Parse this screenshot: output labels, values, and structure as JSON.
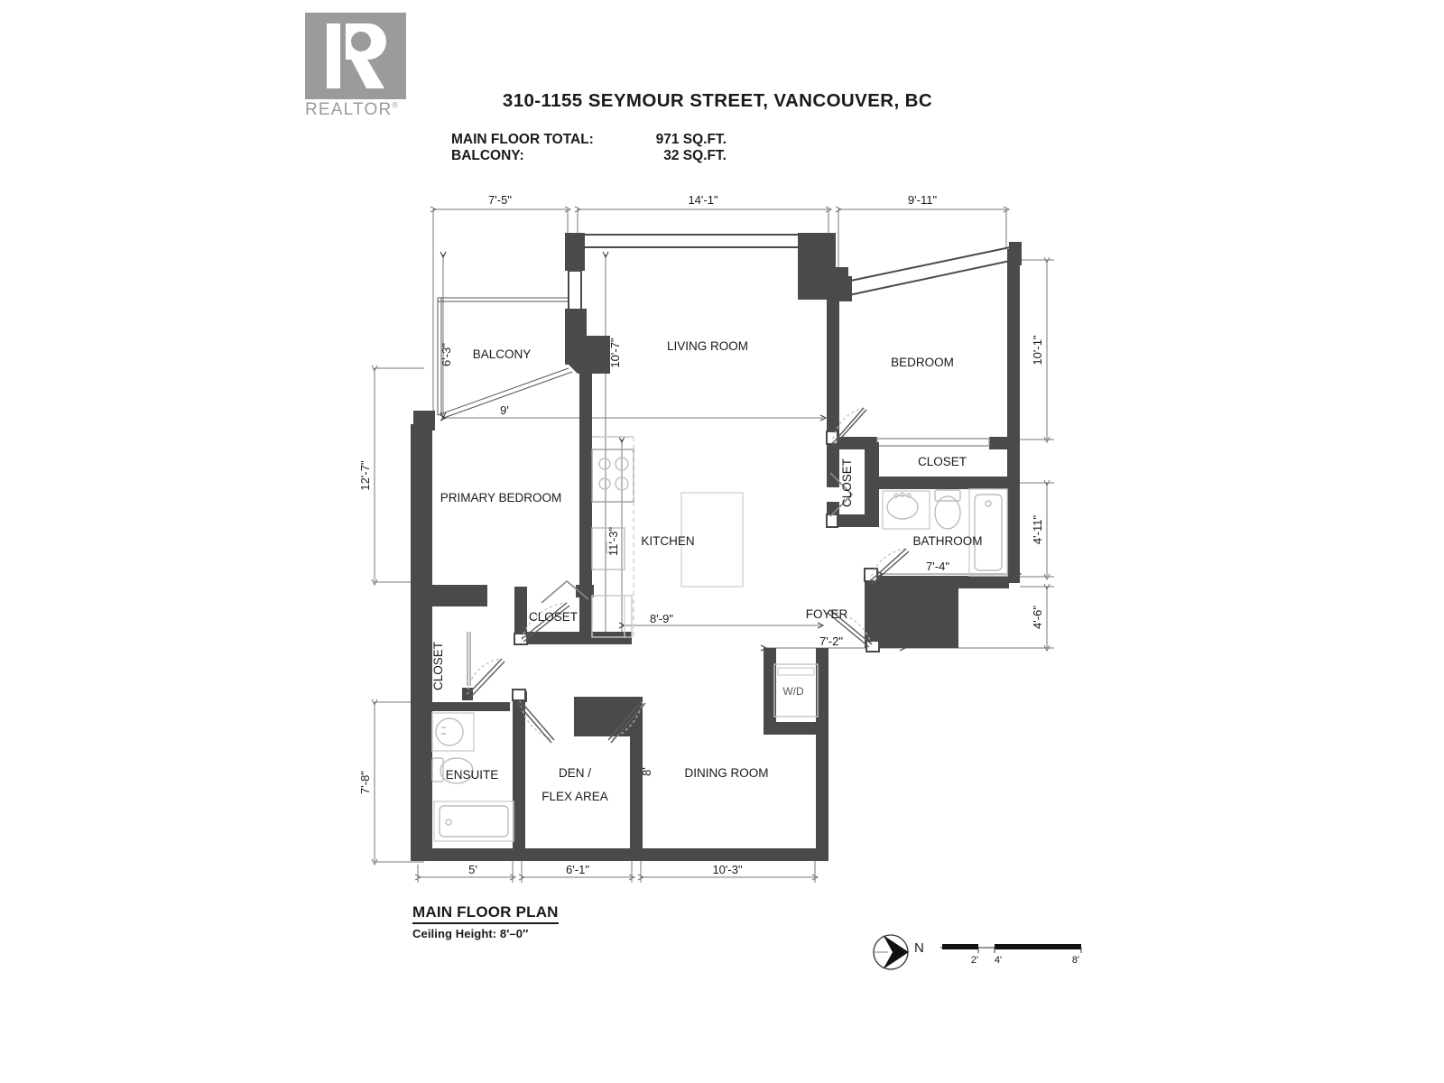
{
  "header": {
    "logo_text": "REALTOR",
    "logo_sup": "®",
    "title": "310-1155 SEYMOUR STREET, VANCOUVER, BC",
    "summary": [
      {
        "label": "MAIN FLOOR TOTAL:",
        "value": "971 SQ.FT."
      },
      {
        "label": "BALCONY:",
        "value": "32 SQ.FT."
      }
    ]
  },
  "footer": {
    "plan_title": "MAIN FLOOR PLAN",
    "ceiling_note": "Ceiling Height: 8'–0″",
    "north_label": "N",
    "scale_ticks": [
      "2'",
      "4'",
      "8'"
    ]
  },
  "rooms": [
    {
      "name": "BALCONY",
      "label": "BALCONY"
    },
    {
      "name": "living-room",
      "label": "LIVING ROOM"
    },
    {
      "name": "bedroom",
      "label": "BEDROOM"
    },
    {
      "name": "closet-bedroom",
      "label": "CLOSET"
    },
    {
      "name": "closet-hall",
      "label": "CLOSET"
    },
    {
      "name": "bathroom",
      "label": "BATHROOM"
    },
    {
      "name": "primary-bedroom",
      "label": "PRIMARY BEDROOM"
    },
    {
      "name": "kitchen",
      "label": "KITCHEN"
    },
    {
      "name": "closet-kitchen",
      "label": "CLOSET"
    },
    {
      "name": "closet-primary",
      "label": "CLOSET"
    },
    {
      "name": "ensuite",
      "label": "ENSUITE"
    },
    {
      "name": "den",
      "label": "DEN /"
    },
    {
      "name": "den2",
      "label": "FLEX AREA"
    },
    {
      "name": "dining-room",
      "label": "DINING ROOM"
    },
    {
      "name": "foyer",
      "label": "FOYER"
    },
    {
      "name": "washer-dryer",
      "label": "W/D"
    }
  ],
  "dimensions": {
    "top": [
      "7'-5\"",
      "14'-1\"",
      "9'-11\""
    ],
    "left": [
      "12'-7\"",
      "7'-8\""
    ],
    "right": [
      "10'-1\"",
      "4'-11\"",
      "4'-6\""
    ],
    "bottom": [
      "5'",
      "6'-1\"",
      "10'-3\""
    ],
    "interior": {
      "balcony_height": "6'-3\"",
      "balcony_width": "9'",
      "living_height": "10'-7\"",
      "kitchen_height": "11'-3\"",
      "kitchen_width": "8'-9\"",
      "bathroom_width": "7'-4\"",
      "foyer_width": "7'-2\"",
      "den_height": "8'"
    }
  },
  "colors": {
    "wall": "#4a4a4a",
    "dim_line": "#777777",
    "fixture_stroke": "#bdbdbd",
    "logo_gray": "#9b9b9b",
    "text": "#1a1a1a"
  }
}
